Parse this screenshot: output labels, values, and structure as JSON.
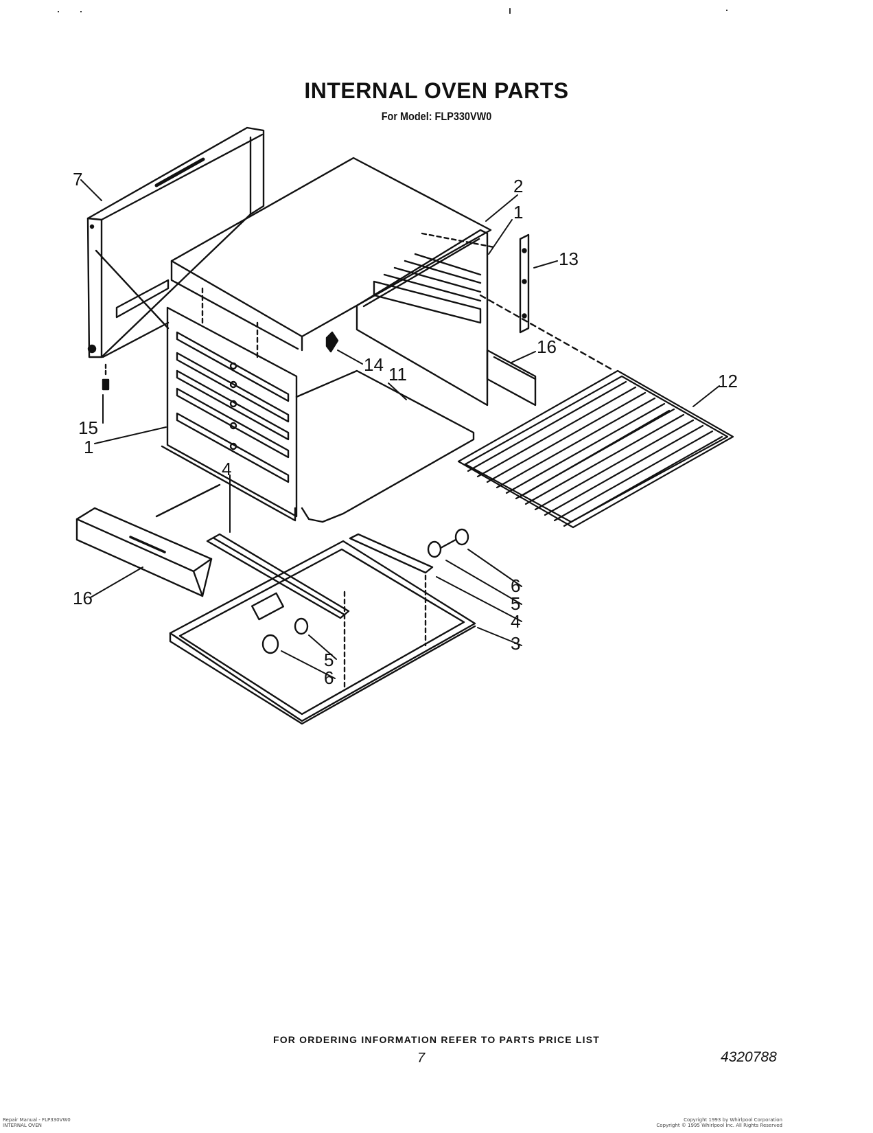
{
  "header": {
    "title": "INTERNAL OVEN PARTS",
    "model_line": "For Model: FLP330VW0"
  },
  "diagram": {
    "callouts": [
      {
        "id": "7",
        "text": "7"
      },
      {
        "id": "2",
        "text": "2"
      },
      {
        "id": "1a",
        "text": "1"
      },
      {
        "id": "13",
        "text": "13"
      },
      {
        "id": "16a",
        "text": "16"
      },
      {
        "id": "14",
        "text": "14"
      },
      {
        "id": "11",
        "text": "11"
      },
      {
        "id": "12",
        "text": "12"
      },
      {
        "id": "15",
        "text": "15"
      },
      {
        "id": "1b",
        "text": "1"
      },
      {
        "id": "4a",
        "text": "4"
      },
      {
        "id": "6a",
        "text": "6"
      },
      {
        "id": "5a",
        "text": "5"
      },
      {
        "id": "4b",
        "text": "4"
      },
      {
        "id": "3",
        "text": "3"
      },
      {
        "id": "16b",
        "text": "16"
      },
      {
        "id": "5b",
        "text": "5"
      },
      {
        "id": "6b",
        "text": "6"
      }
    ]
  },
  "footer": {
    "ordering_info": "FOR ORDERING INFORMATION REFER TO PARTS PRICE LIST",
    "page_number": "7",
    "document_number": "4320788",
    "left_note_1": "Repair Manual - FLP330VW0",
    "left_note_2": "INTERNAL OVEN",
    "right_note_1": "Copyright 1993 by Whirlpool Corporation",
    "right_note_2": "Copyright © 1995 Whirlpool Inc. All Rights Reserved"
  }
}
